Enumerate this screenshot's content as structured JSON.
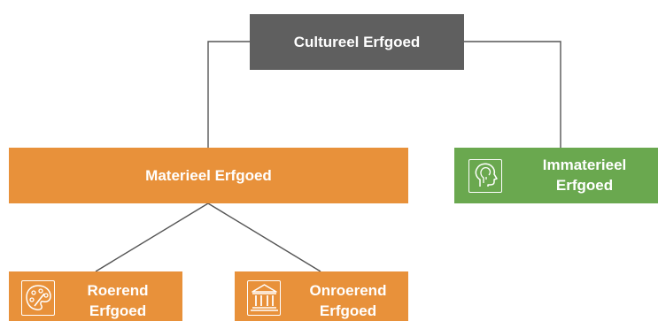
{
  "diagram": {
    "root": {
      "label": "Cultureel Erfgoed",
      "color": "#5f5f5f"
    },
    "materieel": {
      "label": "Materieel Erfgoed",
      "color": "#e8913a"
    },
    "immaterieel": {
      "line1": "Immaterieel",
      "line2": "Erfgoed",
      "color": "#6aa84f",
      "icon": "head-profile-icon"
    },
    "roerend": {
      "line1": "Roerend",
      "line2": "Erfgoed",
      "color": "#e8913a",
      "icon": "palette-icon"
    },
    "onroerend": {
      "line1": "Onroerend",
      "line2": "Erfgoed",
      "color": "#e8913a",
      "icon": "temple-icon"
    },
    "connector_color": "#555555"
  }
}
